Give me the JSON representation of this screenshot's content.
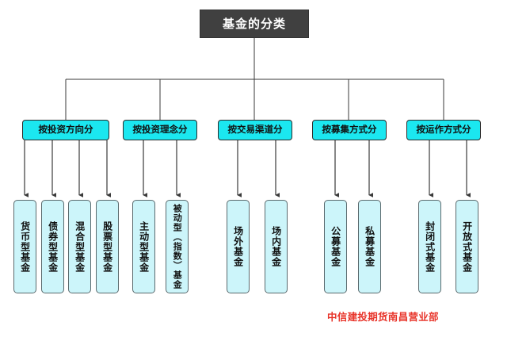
{
  "diagram": {
    "type": "tree-org-chart",
    "root": {
      "label": "基金的分类",
      "box_color": "#404040",
      "text_color": "#ffffff"
    },
    "category_color": "#1BE7F0",
    "leaf_color": "#CCF5FA",
    "connector_color": "#3a3a3a",
    "groups": [
      {
        "label": "按投资方向分",
        "leaves": [
          {
            "label": "货币型基金"
          },
          {
            "label": "债券型基金"
          },
          {
            "label": "混合型基金"
          },
          {
            "label": "股票型基金"
          }
        ]
      },
      {
        "label": "按投资理念分",
        "leaves": [
          {
            "label": "主动型基金"
          },
          {
            "label": "被动型（指数）基金"
          }
        ]
      },
      {
        "label": "按交易渠道分",
        "leaves": [
          {
            "label": "场外基金"
          },
          {
            "label": "场内基金"
          }
        ]
      },
      {
        "label": "按募集方式分",
        "leaves": [
          {
            "label": "公募基金"
          },
          {
            "label": "私募基金"
          }
        ]
      },
      {
        "label": "按运作方式分",
        "leaves": [
          {
            "label": "封闭式基金"
          },
          {
            "label": "开放式基金"
          }
        ]
      }
    ]
  },
  "footer": {
    "credit": "中信建投期货南昌营业部",
    "color": "#E8352B"
  }
}
